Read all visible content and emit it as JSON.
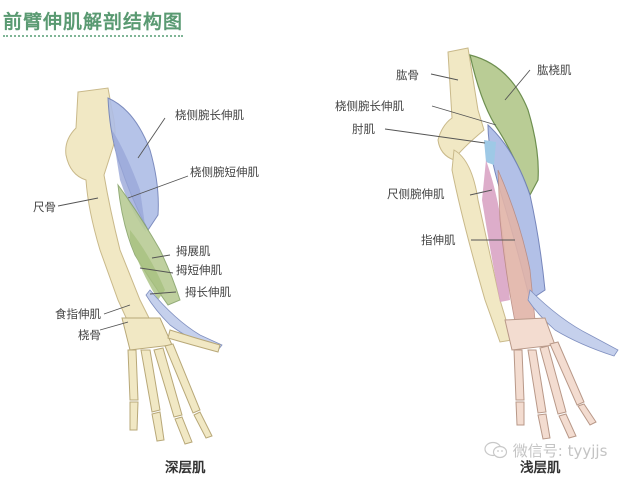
{
  "title": "前臂伸肌解剖结构图",
  "deep": {
    "caption": "深层肌",
    "labels": [
      {
        "text": "桡侧腕长伸肌"
      },
      {
        "text": "桡侧腕短伸肌"
      },
      {
        "text": "尺骨"
      },
      {
        "text": "拇展肌"
      },
      {
        "text": "拇短伸肌"
      },
      {
        "text": "拇长伸肌"
      },
      {
        "text": "食指伸肌"
      },
      {
        "text": "桡骨"
      }
    ]
  },
  "superficial": {
    "caption": "浅层肌",
    "labels": [
      {
        "text": "肱骨"
      },
      {
        "text": "肱桡肌"
      },
      {
        "text": "桡侧腕长伸肌"
      },
      {
        "text": "肘肌"
      },
      {
        "text": "尺侧腕伸肌"
      },
      {
        "text": "指伸肌"
      }
    ]
  },
  "watermark": {
    "icon": "wechat-icon",
    "text": "微信号: tyyjjs"
  },
  "colors": {
    "title": "#5a9a72",
    "bone": "#f1e8c4",
    "blue_muscle": "#aebde6",
    "green_muscle": "#b9cc95",
    "pink_muscle": "#d9a4b4"
  }
}
